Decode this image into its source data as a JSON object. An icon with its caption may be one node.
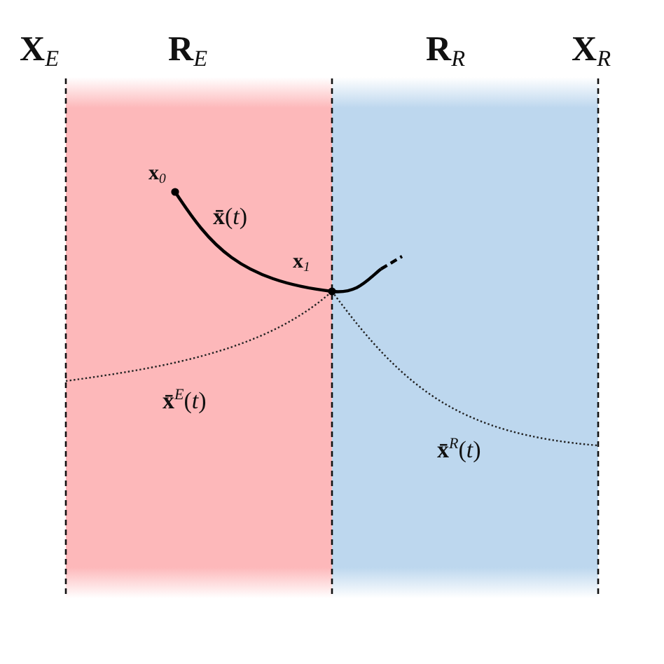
{
  "diagram": {
    "nodes": [
      {
        "text": [
          "**R**$_{E}$"
        ]
      },
      {
        "text": [
          "**R**$_{R}$"
        ]
      }
    ],
    "labels": [
      "**X**$_{E}$",
      "**X**$_{R}$",
      "**x**$_{0}$",
      "**x̄**(*t*)",
      "**x**$_{1}$",
      "**x̄**$^{E}$(*t*)",
      "**x̄**$^{R}$(*t*)"
    ]
  }
}
